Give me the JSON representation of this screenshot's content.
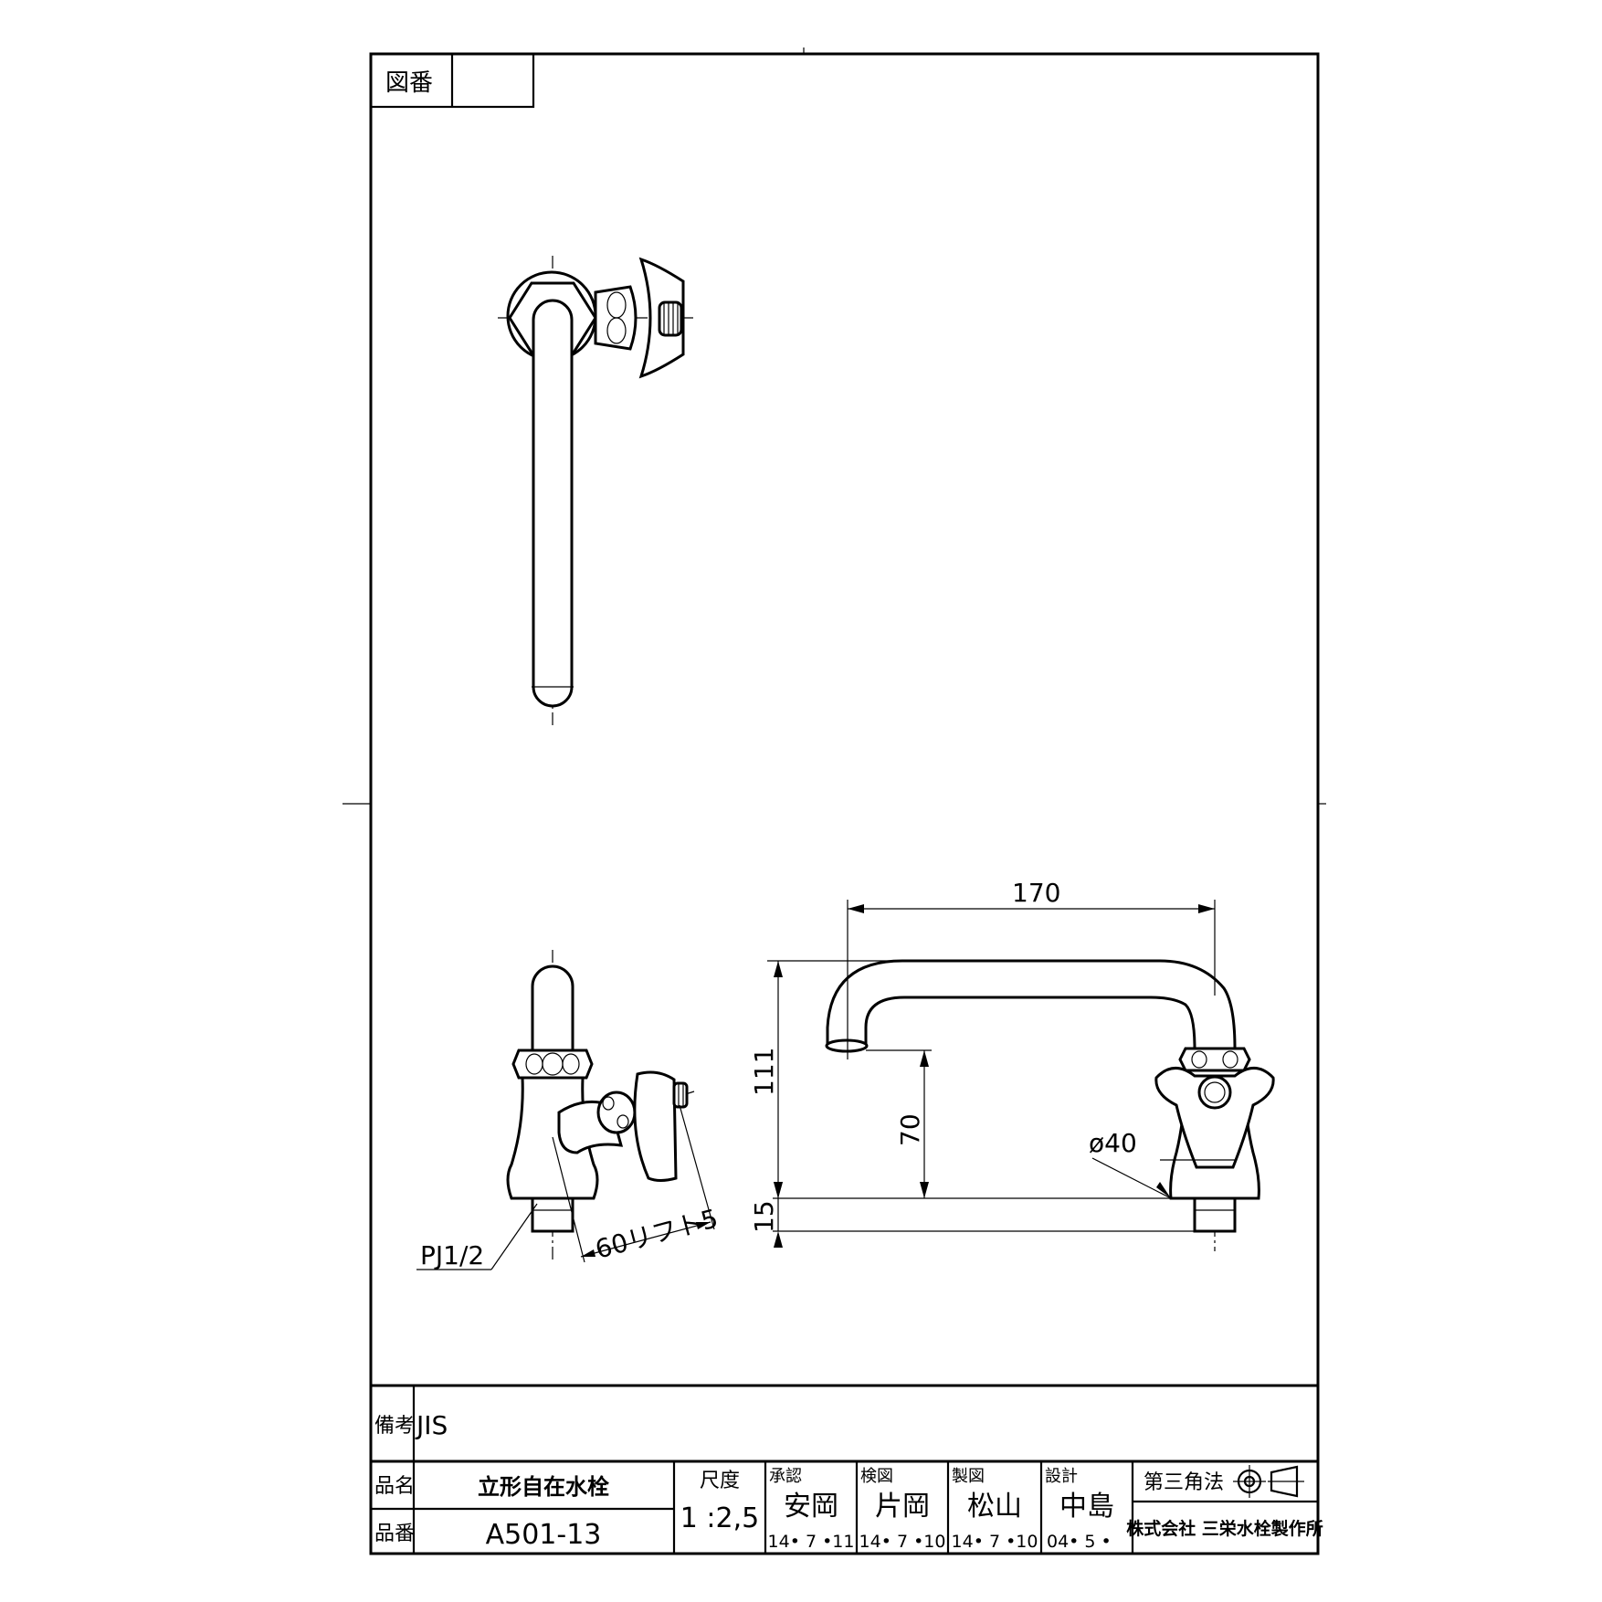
{
  "header": {
    "drawing_number_label": "図番",
    "drawing_number_value": ""
  },
  "dimensions": {
    "width_170": "170",
    "height_111": "111",
    "height_70": "70",
    "height_15": "15",
    "diameter_40": "ø40",
    "lift": "60リフト5",
    "thread": "PJ1/2"
  },
  "title_block": {
    "remarks_label": "備考",
    "remarks_value": "JIS",
    "product_name_label": "品名",
    "product_name_value": "立形自在水栓",
    "product_number_label": "品番",
    "product_number_value": "A501-13",
    "scale_label": "尺度",
    "scale_value": "1 :2,5",
    "approval_label": "承認",
    "approval_name": "安岡",
    "approval_date": "14• 7 •11",
    "inspection_label": "検図",
    "inspection_name": "片岡",
    "inspection_date": "14• 7 •10",
    "drafting_label": "製図",
    "drafting_name": "松山",
    "drafting_date": "14• 7 •10",
    "design_label": "設計",
    "design_name": "中島",
    "design_date": "04• 5 •",
    "projection_label": "第三角法",
    "company": "株式会社 三栄水栓製作所"
  }
}
